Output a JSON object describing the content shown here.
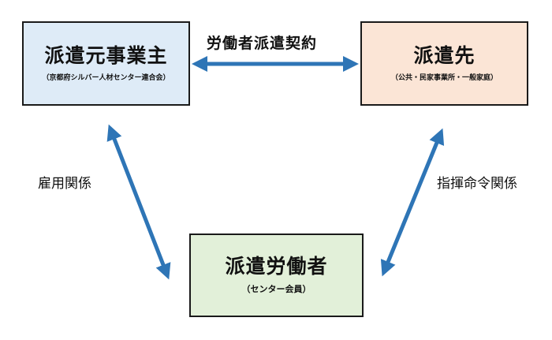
{
  "boxes": {
    "employer": {
      "title": "派遣元事業主",
      "sub": "（京都府シルバー人材センター連合会）"
    },
    "client": {
      "title": "派遣先",
      "sub": "（公共・民家事業所・一般家庭）"
    },
    "worker": {
      "title": "派遣労働者",
      "sub": "（センター会員）"
    }
  },
  "relations": {
    "contract": "労働者派遣契約",
    "employment": "雇用関係",
    "command": "指揮命令関係"
  },
  "colors": {
    "arrow": "#2e75b6",
    "employer_fill": "#deebf7",
    "client_fill": "#fbe5d6",
    "worker_fill": "#e2f0d9"
  }
}
